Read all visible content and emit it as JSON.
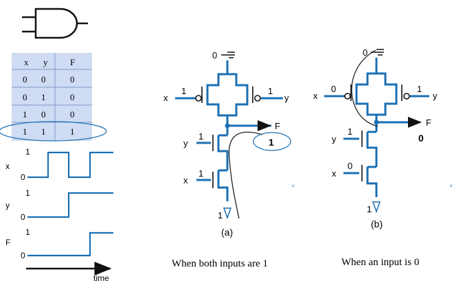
{
  "colors": {
    "wire": "#1a6fb3",
    "black": "#111111",
    "table_bg": "#cfdcf3",
    "table_line": "#7f97c8"
  },
  "truth_table": {
    "headers": [
      "x",
      "y",
      "F"
    ],
    "rows": [
      [
        "0",
        "0",
        "0"
      ],
      [
        "0",
        "1",
        "0"
      ],
      [
        "1",
        "0",
        "0"
      ],
      [
        "1",
        "1",
        "1"
      ]
    ],
    "highlighted_row": 3
  },
  "waveforms": {
    "signals": [
      {
        "name": "x",
        "high": "1",
        "low": "0"
      },
      {
        "name": "y",
        "high": "1",
        "low": "0"
      },
      {
        "name": "F",
        "high": "1",
        "low": "0"
      }
    ],
    "time_label": "time"
  },
  "circuit_a": {
    "vdd_label": "0",
    "left_gate_label": "x",
    "left_gate_value": "1",
    "right_gate_label": "y",
    "right_gate_value": "1",
    "output_label": "F",
    "nmos_top_label": "y",
    "nmos_top_value": "1",
    "nmos_bot_label": "x",
    "nmos_bot_value": "1",
    "ground_value": "1",
    "output_value": "1",
    "panel_label": "(a)",
    "caption": "When both inputs are 1"
  },
  "circuit_b": {
    "vdd_label": "0",
    "left_gate_label": "x",
    "left_gate_value": "0",
    "right_gate_label": "y",
    "right_gate_value": "1",
    "output_label": "F",
    "nmos_top_label": "y",
    "nmos_top_value": "1",
    "nmos_bot_label": "x",
    "nmos_bot_value": "0",
    "ground_value": "1",
    "output_value": "0",
    "panel_label": "(b)",
    "caption": "When an input is 0"
  },
  "stray_marks": [
    "a",
    "a"
  ]
}
